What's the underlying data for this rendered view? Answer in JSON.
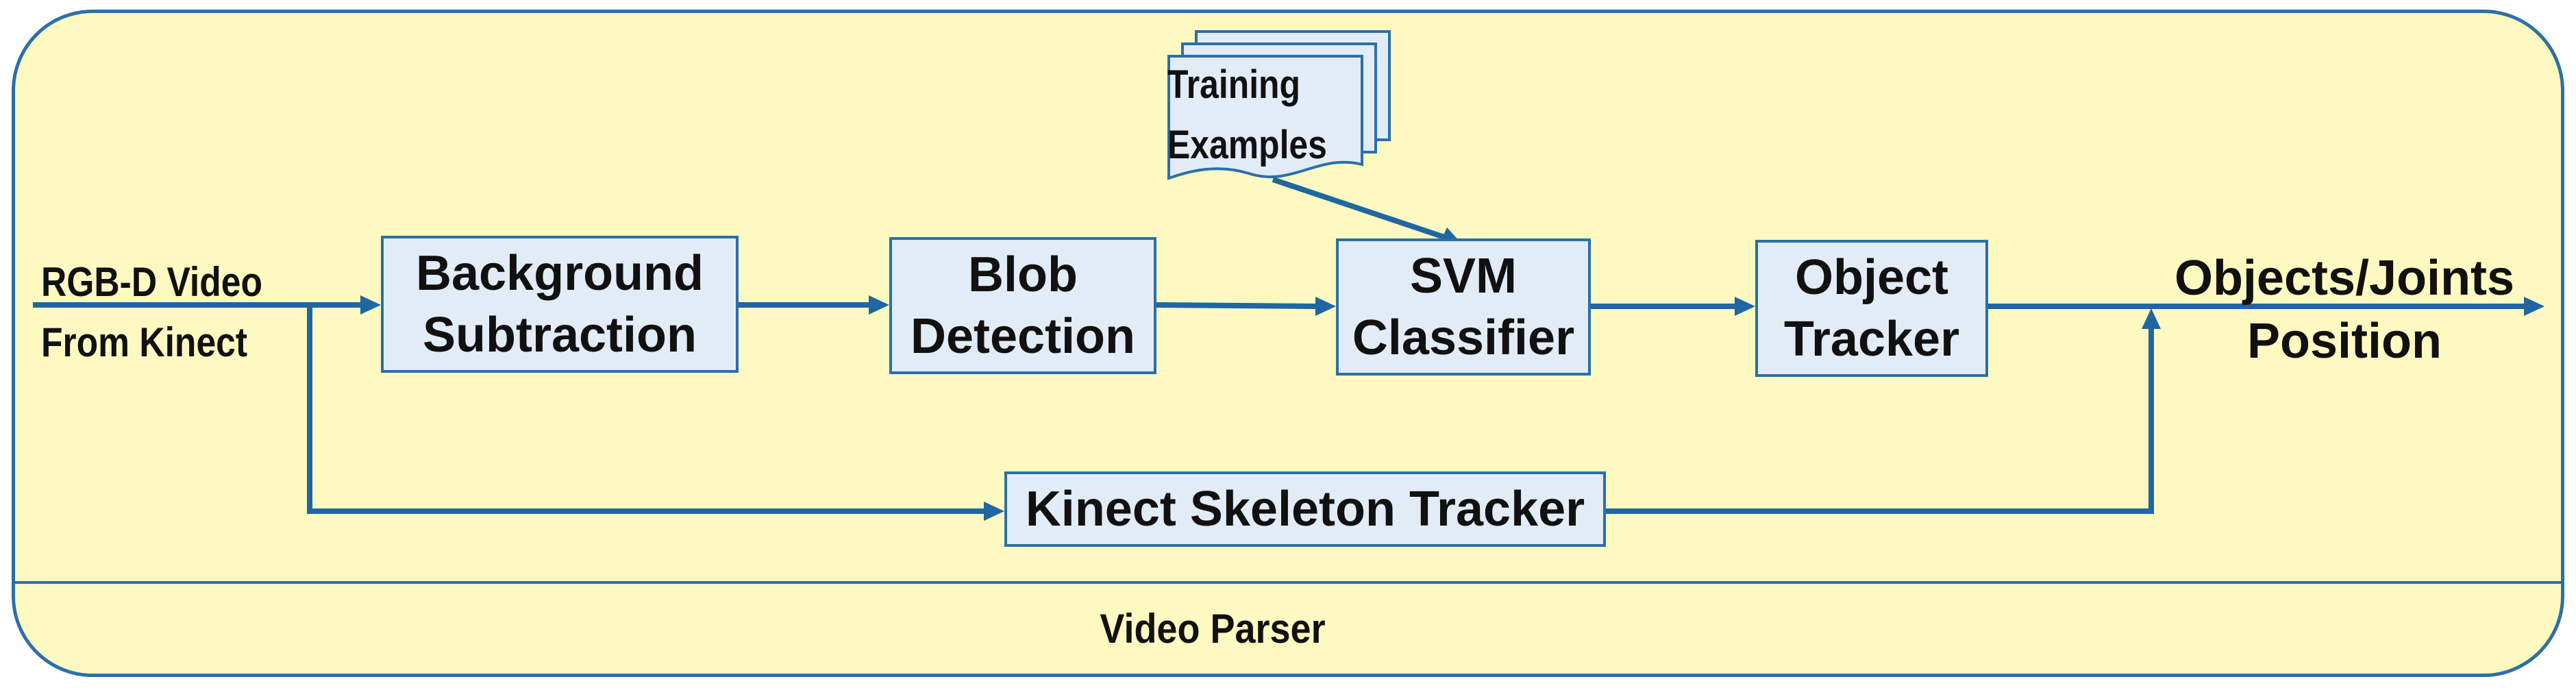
{
  "diagram": {
    "panel_title": "Video Parser",
    "input_label": [
      "RGB-D Video",
      "From Kinect"
    ],
    "output_label": [
      "Objects/Joints",
      "Position"
    ],
    "training_examples": [
      "Training",
      "Examples"
    ],
    "nodes": {
      "background_subtraction": [
        "Background",
        "Subtraction"
      ],
      "blob_detection": [
        "Blob",
        "Detection"
      ],
      "svm_classifier": [
        "SVM",
        "Classifier"
      ],
      "object_tracker": [
        "Object",
        "Tracker"
      ],
      "kinect_skeleton_tracker": "Kinect Skeleton Tracker"
    },
    "edges": [
      {
        "from": "input",
        "to": "background_subtraction"
      },
      {
        "from": "background_subtraction",
        "to": "blob_detection"
      },
      {
        "from": "blob_detection",
        "to": "svm_classifier"
      },
      {
        "from": "training_examples",
        "to": "svm_classifier"
      },
      {
        "from": "svm_classifier",
        "to": "object_tracker"
      },
      {
        "from": "object_tracker",
        "to": "output"
      },
      {
        "from": "input",
        "to": "kinect_skeleton_tracker"
      },
      {
        "from": "kinect_skeleton_tracker",
        "to": "output"
      }
    ],
    "colors": {
      "panel_fill": "#fdf9c0",
      "panel_border": "#2b6fa8",
      "node_fill": "#e2ecf7",
      "arrow": "#1f66a2",
      "text": "#111111"
    }
  }
}
